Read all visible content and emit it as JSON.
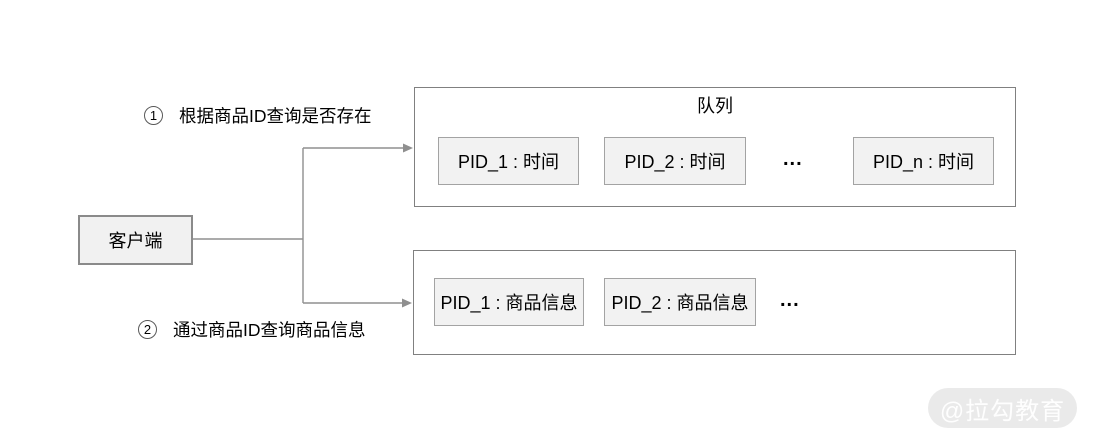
{
  "client": {
    "label": "客户端"
  },
  "steps": [
    {
      "number": "1",
      "text": "根据商品ID查询是否存在"
    },
    {
      "number": "2",
      "text": "通过商品ID查询商品信息"
    }
  ],
  "queue": {
    "title": "队列",
    "items": [
      "PID_1 : 时间",
      "PID_2 : 时间",
      "...",
      "PID_n : 时间"
    ]
  },
  "product_info": {
    "items": [
      "PID_1 : 商品信息",
      "PID_2 : 商品信息",
      "..."
    ]
  },
  "watermark": {
    "label": "@拉勾教育"
  },
  "colors": {
    "line": "#8f8f8f",
    "container_border": "#808080",
    "box_fill": "#f2f2f2",
    "box_border": "#a3a3a3",
    "text": "#000000",
    "watermark_bg": "#eaeaea",
    "watermark_text": "#ffffff"
  }
}
